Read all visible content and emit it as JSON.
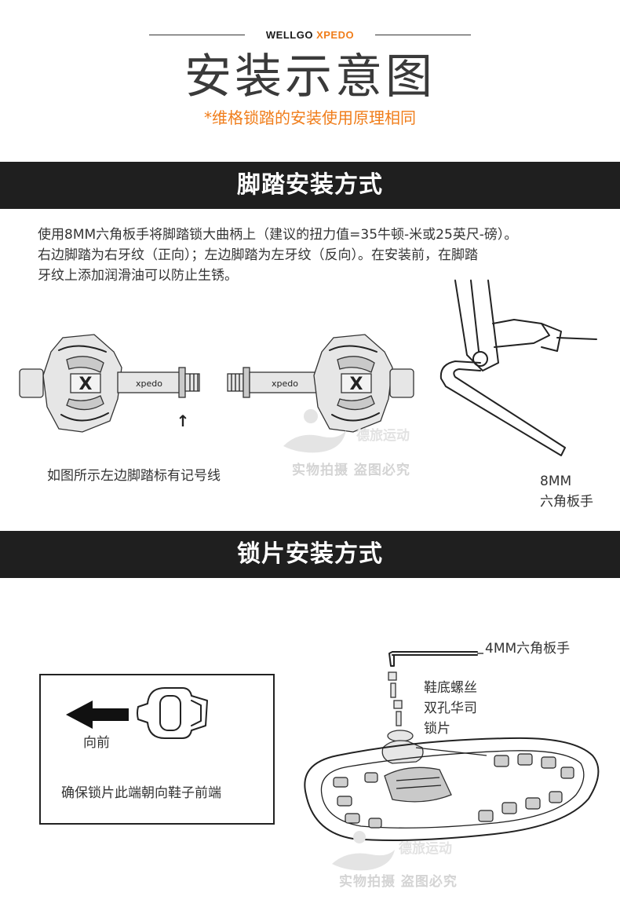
{
  "header": {
    "brand_part1": "WELLGO",
    "brand_part2": "XPEDO",
    "title": "安装示意图",
    "subtitle": "*维格锁踏的安装使用原理相同"
  },
  "pedal_section": {
    "heading": "脚踏安装方式",
    "line1": "使用8MM六角板手将脚踏锁大曲柄上（建议的扭力值=35牛顿-米或25英尺-磅）。",
    "line2": "右边脚踏为右牙纹（正向）；左边脚踏为左牙纹（反向）。在安装前，在脚踏",
    "line3": "牙纹上添加润滑油可以防止生锈。",
    "pedal_logo_left": "X",
    "pedal_logo_right": "X",
    "axle_brand_left": "xpedo",
    "axle_brand_right": "xpedo",
    "arrow_label": "↑",
    "marker_caption": "如图所示左边脚踏标有记号线",
    "wrench_label_line1": "8MM",
    "wrench_label_line2": "六角板手"
  },
  "cleat_section": {
    "heading": "锁片安装方式",
    "forward_label": "向前",
    "cleat_caption": "确保锁片此端朝向鞋子前端",
    "wrench_label": "4MM六角板手",
    "screw_label": "鞋底螺丝",
    "washer_label": "双孔华司",
    "cleat_label": "锁片"
  },
  "watermark": {
    "brand": "德旅运动",
    "notice": "实物拍摄 盗图必究"
  },
  "colors": {
    "accent": "#f07d1a",
    "band": "#1f1f1f",
    "text": "#333333"
  }
}
